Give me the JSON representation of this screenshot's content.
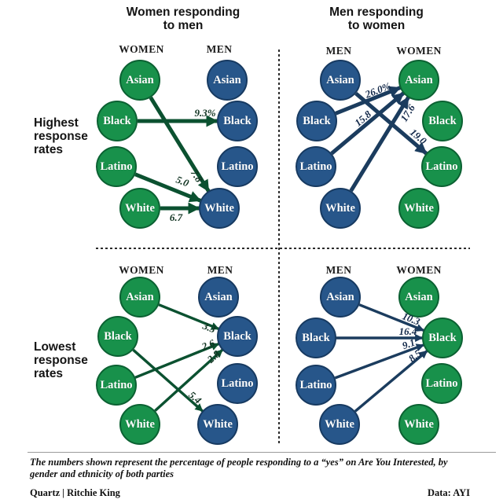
{
  "titles": {
    "left": {
      "line1": "Women responding",
      "line2": "to men"
    },
    "right": {
      "line1": "Men responding",
      "line2": "to women"
    }
  },
  "row_labels": {
    "highest": {
      "line1": "Highest",
      "line2": "response",
      "line3": "rates"
    },
    "lowest": {
      "line1": "Lowest",
      "line2": "response",
      "line3": "rates"
    }
  },
  "footer": {
    "note_line1": "The numbers shown represent the percentage of people responding to a “yes” on Are You Interested, by",
    "note_line2": "gender and ethnicity of both parties",
    "credit": "Quartz | Ritchie King",
    "source": "Data: AYI"
  },
  "colors": {
    "women_node": "#18914b",
    "women_node_border": "#0b6132",
    "men_node": "#27568a",
    "men_node_border": "#173a61",
    "arrow_green": "#0b5130",
    "arrow_navy": "#1b3c5e",
    "background": "#ffffff"
  },
  "chart_data": {
    "type": "bipartite-flow",
    "unit": "percent responding yes",
    "ethnicities": [
      "Asian",
      "Black",
      "Latino",
      "White"
    ],
    "panels": [
      {
        "row": "Highest response rates",
        "title": "Women responding to men",
        "from_group": "WOMEN",
        "to_group": "MEN",
        "edges": [
          {
            "from": "Black",
            "to": "Black",
            "label": "9.3%",
            "value": 9.3
          },
          {
            "from": "Asian",
            "to": "White",
            "label": "7.8",
            "value": 7.8
          },
          {
            "from": "Latino",
            "to": "White",
            "label": "5.0",
            "value": 5.0
          },
          {
            "from": "White",
            "to": "White",
            "label": "6.7",
            "value": 6.7
          }
        ]
      },
      {
        "row": "Highest response rates",
        "title": "Men responding to women",
        "from_group": "MEN",
        "to_group": "WOMEN",
        "edges": [
          {
            "from": "Black",
            "to": "Asian",
            "label": "26.0%",
            "value": 26.0
          },
          {
            "from": "Latino",
            "to": "Asian",
            "label": "15.8",
            "value": 15.8
          },
          {
            "from": "White",
            "to": "Asian",
            "label": "17.6",
            "value": 17.6
          },
          {
            "from": "Asian",
            "to": "Latino",
            "label": "19.0",
            "value": 19.0
          }
        ]
      },
      {
        "row": "Lowest response rates",
        "title": "Women responding to men",
        "from_group": "WOMEN",
        "to_group": "MEN",
        "edges": [
          {
            "from": "Asian",
            "to": "Black",
            "label": "3.3",
            "value": 3.3
          },
          {
            "from": "Latino",
            "to": "Black",
            "label": "2.6",
            "value": 2.6
          },
          {
            "from": "White",
            "to": "Black",
            "label": "2.8",
            "value": 2.8
          },
          {
            "from": "Black",
            "to": "White",
            "label": "5.4",
            "value": 5.4
          }
        ]
      },
      {
        "row": "Lowest response rates",
        "title": "Men responding to women",
        "from_group": "MEN",
        "to_group": "WOMEN",
        "edges": [
          {
            "from": "Asian",
            "to": "Black",
            "label": "10.3",
            "value": 10.3
          },
          {
            "from": "Black",
            "to": "Black",
            "label": "16.4",
            "value": 16.4
          },
          {
            "from": "Latino",
            "to": "Black",
            "label": "9.1",
            "value": 9.1
          },
          {
            "from": "White",
            "to": "Black",
            "label": "8.5",
            "value": 8.5
          }
        ]
      }
    ]
  }
}
